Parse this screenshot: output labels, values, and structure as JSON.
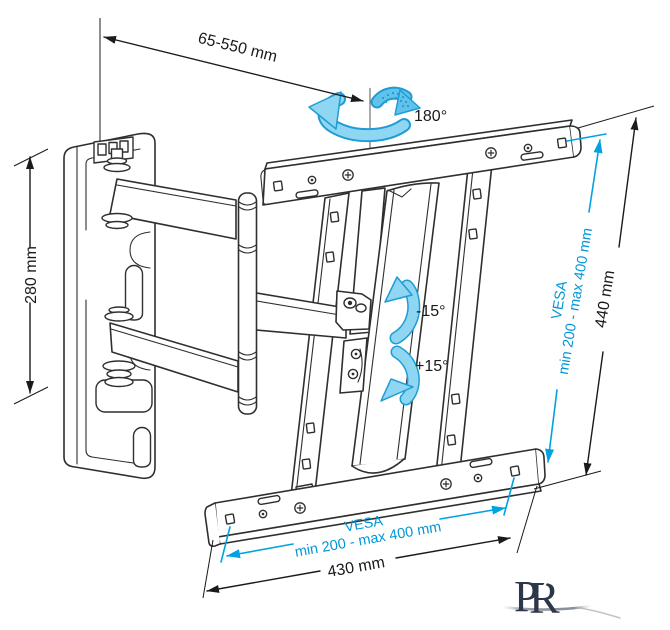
{
  "dimensions": {
    "extension": "65-550 mm",
    "wall_plate_height": "280 mm",
    "swivel": "180°",
    "tilt_up": "-15°",
    "tilt_down": "+15°",
    "bracket_height": "440 mm",
    "bracket_width": "430 mm"
  },
  "vesa_side": {
    "line1": "VESA",
    "line2": "min 200 - max 400 mm"
  },
  "vesa_bottom": {
    "line1": "VESA",
    "line2": "min 200 - max 400 mm"
  },
  "logo": {
    "letter_p": "P",
    "letter_r": "R"
  },
  "colors": {
    "line_art": "#2f2f2f",
    "dimension": "#1a1a1a",
    "accent_cyan": "#00a3e0",
    "cyan_text": "#0096d6",
    "arrow_fill": "#8fd6f2",
    "arrow_outline": "#1e9cd6",
    "logo_navy": "#2d3749"
  }
}
